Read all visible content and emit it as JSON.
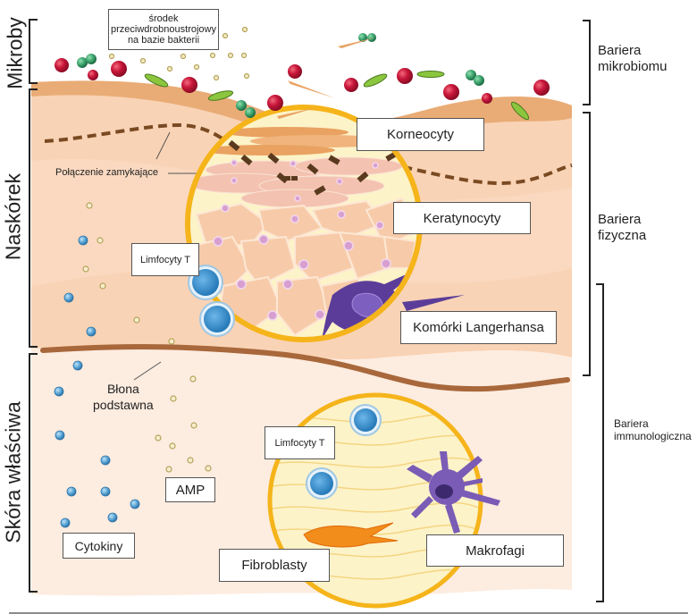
{
  "layers": {
    "microbes": "Mikroby",
    "epidermis": "Naskórek",
    "dermis": "Skóra właściwa"
  },
  "barriers": {
    "microbiome": [
      "Bariera",
      "mikrobiomu"
    ],
    "physical": [
      "Bariera",
      "fizyczna"
    ],
    "immunological": [
      "Bariera",
      "immunologiczna"
    ]
  },
  "labels": {
    "antimicrobial": [
      "środek",
      "przeciwdrobnoustrojowy",
      "na bazie bakterii"
    ],
    "corneocytes": "Korneocyty",
    "tight_junction": "Połączenie zamykające",
    "keratinocytes": "Keratynocyty",
    "t_cells_epidermis": "Limfocyty T",
    "langerhans": "Komórki Langerhansa",
    "basement_membrane": [
      "Błona",
      "podstawna"
    ],
    "t_cells_dermis": "Limfocyty T",
    "amp": "AMP",
    "cytokines": "Cytokiny",
    "fibroblasts": "Fibroblasty",
    "macrophages": "Makrofagi"
  },
  "colors": {
    "skin_epidermis": "#f9d3b5",
    "skin_dermis": "#fdece0",
    "stratum_corneum": "#e9ac76",
    "basement": "#a8683b",
    "lens_ring": "#f5b41a",
    "lens_fill": "#fdf3c9",
    "bacteria_red": "#c8163a",
    "bacteria_green": "#3aa06a",
    "rod_green": "#8cc63f",
    "t_cell": "#3a8fcf",
    "langerhans": "#5b3d99",
    "macrophage": "#7a5bb5",
    "fibroblast": "#f28c1a",
    "cytokine": "#5aa6d6",
    "amp": "#d8c07a"
  }
}
